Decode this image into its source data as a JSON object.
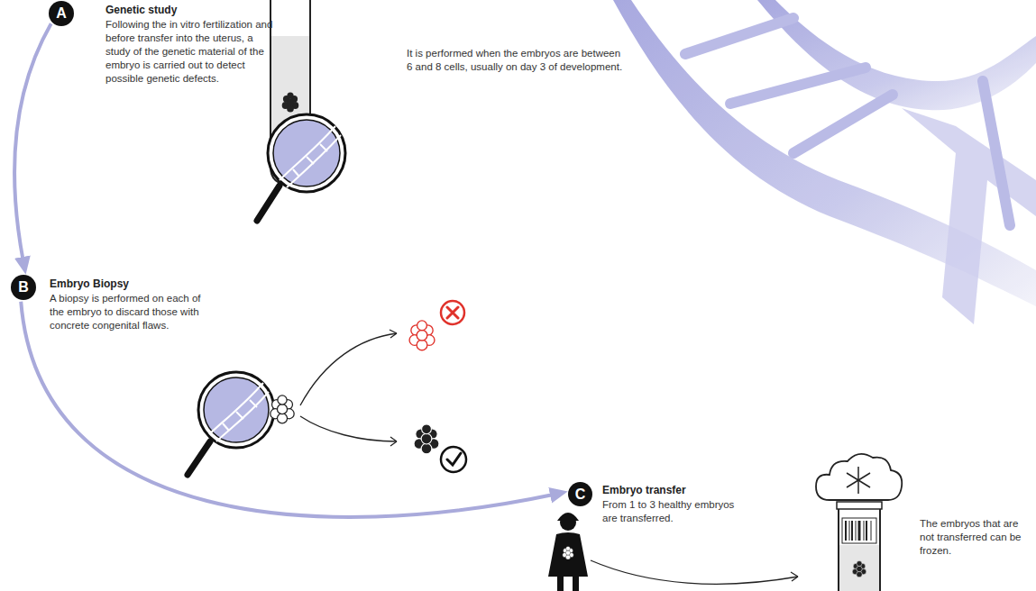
{
  "diagram": {
    "nodes": [
      {
        "text": [
          "A",
          "Genetic study",
          "Following the in vitro fertilization and before transfer into the uterus, a study of the genetic material of the embryo is carried out to detect possible genetic defects."
        ]
      },
      {
        "text": [
          "B",
          "Embryo Biopsy",
          "A biopsy is performed on each of the embryo to discard those with concrete congenital flaws."
        ]
      },
      {
        "text": [
          "C",
          "Embryo transfer",
          "From 1 to 3 healthy embryos are transferred."
        ]
      }
    ],
    "edges": [
      {
        "from": 0,
        "to": 1,
        "arrow": "to"
      },
      {
        "from": 1,
        "to": 2,
        "arrow": "to"
      }
    ],
    "labels": [
      "It is performed when the embryos are between 6 and 8 cells, usually on day 3 of development.",
      "The embryos that are not transferred can be frozen."
    ]
  }
}
